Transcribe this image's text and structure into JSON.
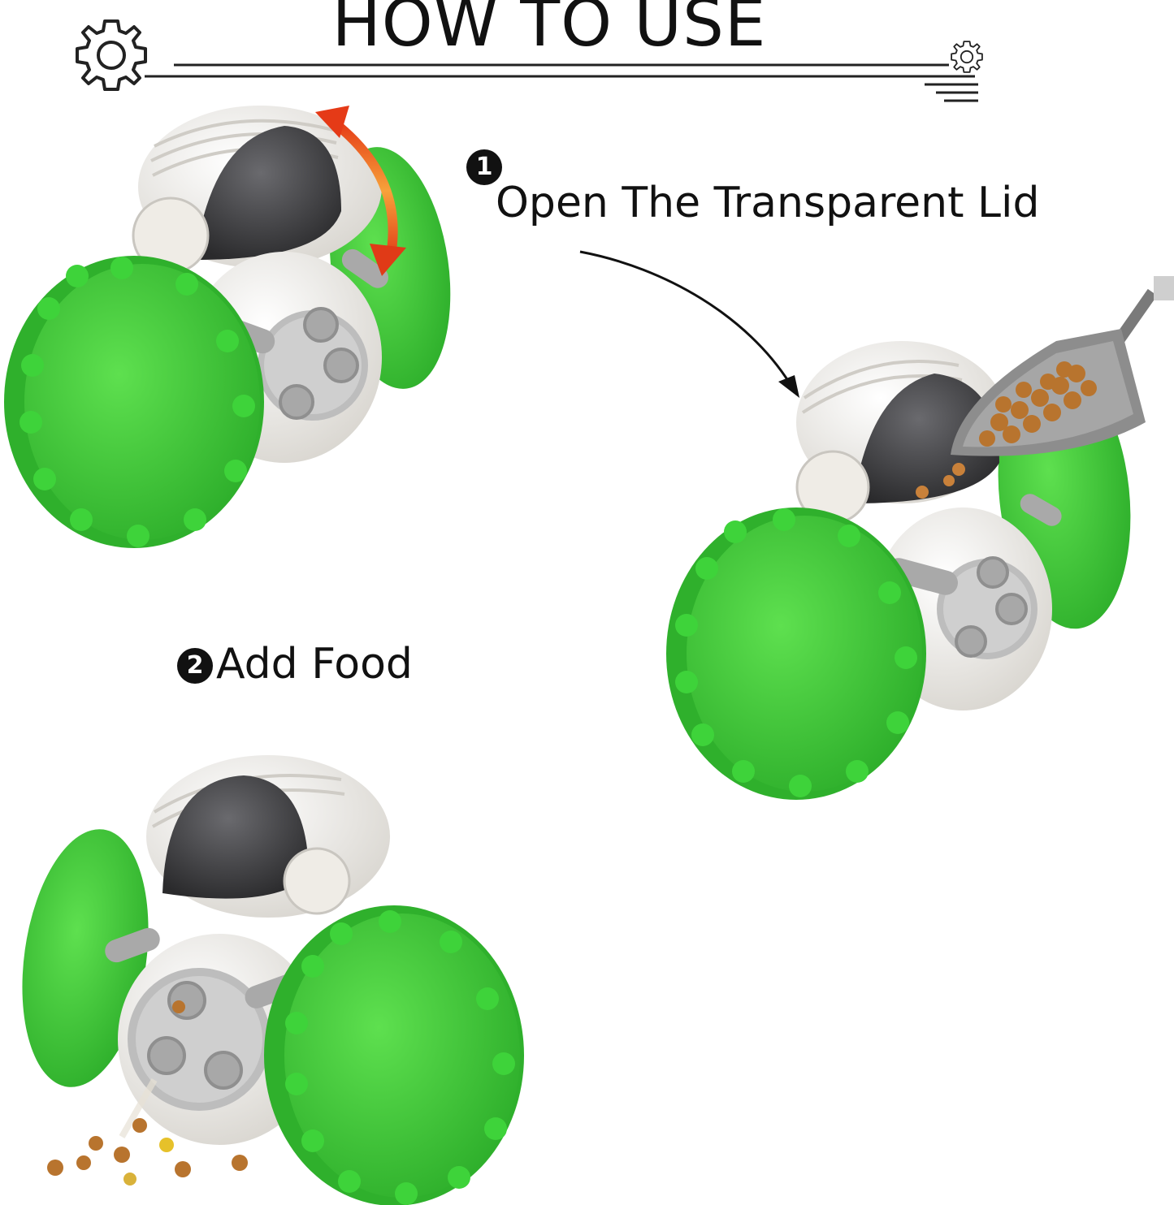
{
  "header": {
    "title": "HOW TO USE"
  },
  "steps": [
    {
      "number": "1",
      "label": "Open The Transparent Lid"
    },
    {
      "number": "2",
      "label": "Add Food"
    }
  ],
  "colors": {
    "wheel_green": "#3fcf3a",
    "wheel_dark": "#2fb02c",
    "body_white": "#f4f2ee",
    "dome_dark": "#3a3a3c",
    "gray_parts": "#9c9c9c",
    "arrow_orange": "#f26a1b",
    "arrow_red": "#e03a17",
    "kibble": "#b8742e"
  },
  "icons": [
    "gear-icon",
    "curved-arrow-icon",
    "rotate-arrow-icon",
    "scoop-icon"
  ]
}
